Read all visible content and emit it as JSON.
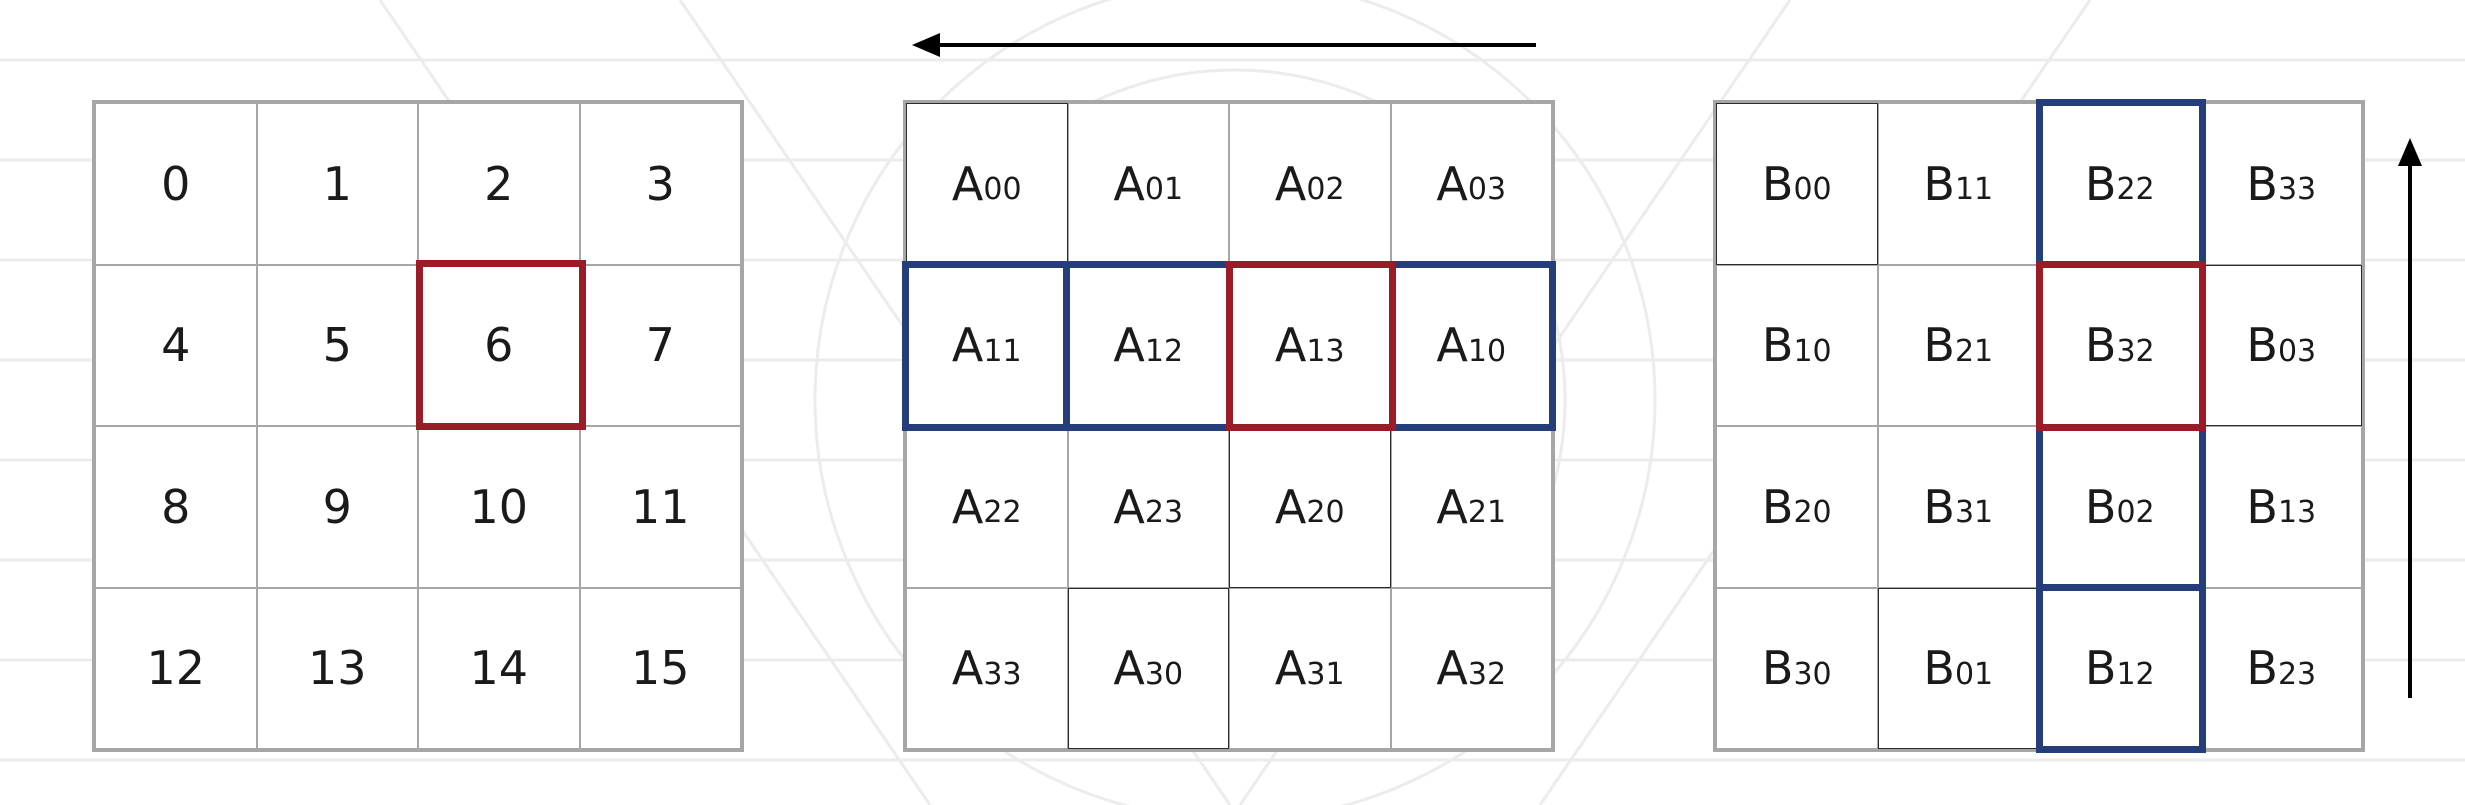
{
  "left_grid": {
    "cells": [
      "0",
      "1",
      "2",
      "3",
      "4",
      "5",
      "6",
      "7",
      "8",
      "9",
      "10",
      "11",
      "12",
      "13",
      "14",
      "15"
    ]
  },
  "a_grid": {
    "letter": "A",
    "subscripts": [
      "00",
      "01",
      "02",
      "03",
      "11",
      "12",
      "13",
      "10",
      "22",
      "23",
      "20",
      "21",
      "33",
      "30",
      "31",
      "32"
    ]
  },
  "b_grid": {
    "letter": "B",
    "subscripts": [
      "00",
      "11",
      "22",
      "33",
      "10",
      "21",
      "32",
      "03",
      "20",
      "31",
      "02",
      "13",
      "30",
      "01",
      "12",
      "23"
    ]
  },
  "colors": {
    "highlight_red": "#9b1c26",
    "highlight_blue": "#263d7c",
    "grid_line": "#a6a6a6",
    "arrow": "#000000"
  },
  "arrows": {
    "a_shift_direction": "left",
    "b_shift_direction": "up"
  }
}
